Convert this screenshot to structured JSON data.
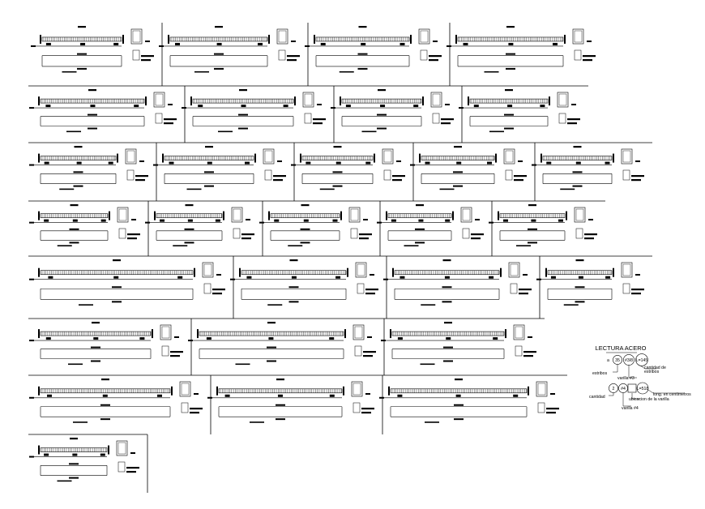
{
  "legend": {
    "title": "LECTURA ACERO",
    "stirrup_prefix": "a",
    "stirrup_count": "35",
    "stirrup_size": "#3/8",
    "stirrup_length": "L=145",
    "stirrup_label_left": "estribos",
    "stirrup_note_line1": "cantidad de",
    "stirrup_note_line2": "estribos",
    "stirrup_note_line3": "varilla #3",
    "bar_count": "2",
    "bar_size": "#4",
    "bar_length": "L=518",
    "bar_label_left": "cantidad",
    "bar_note_line1": "long. en centimetros",
    "bar_note_line2": "ubicacion de la varilla",
    "bar_note_line3": "varilla #4"
  }
}
